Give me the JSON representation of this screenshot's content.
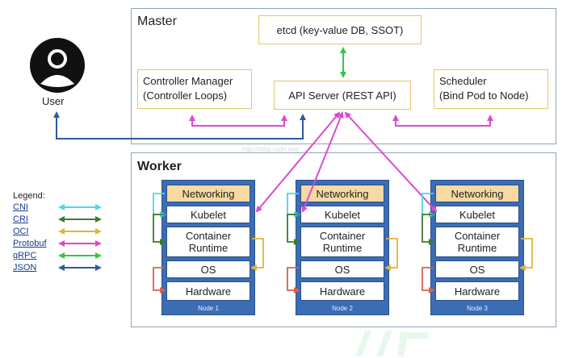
{
  "user": {
    "label": "User"
  },
  "master": {
    "title": "Master",
    "etcd": "etcd (key-value DB, SSOT)",
    "controller_manager": [
      "Controller Manager",
      "(Controller Loops)"
    ],
    "api_server": "API Server (REST API)",
    "scheduler": [
      "Scheduler",
      "(Bind Pod to Node)"
    ]
  },
  "worker": {
    "title": "Worker",
    "layers": [
      "Networking",
      "Kubelet",
      "Container Runtime",
      "OS",
      "Hardware"
    ],
    "nodes": [
      "Node 1",
      "Node 2",
      "Node 3"
    ]
  },
  "legend": {
    "title": "Legend:",
    "items": [
      {
        "label": "CNI",
        "color": "#4fd6e4"
      },
      {
        "label": "CRI",
        "color": "#3f7a2c"
      },
      {
        "label": "OCI",
        "color": "#e0b43c"
      },
      {
        "label": "Protobuf",
        "color": "#d94ad6"
      },
      {
        "label": "gRPC",
        "color": "#39c44a"
      },
      {
        "label": "JSON",
        "color": "#2c5aa0"
      }
    ]
  },
  "watermark": "http://blog.csdn.net/..."
}
